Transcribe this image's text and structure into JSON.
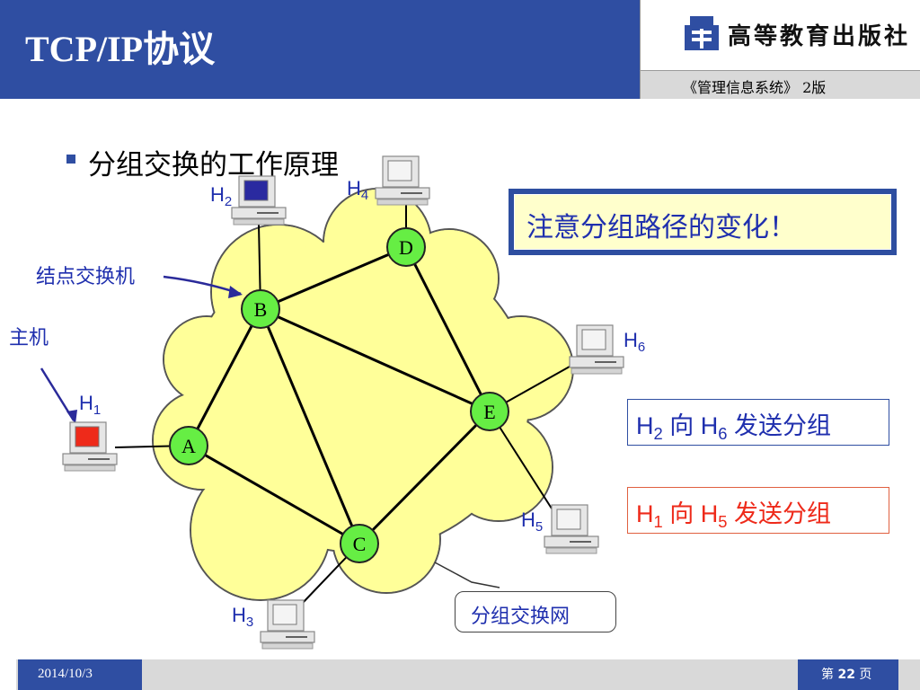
{
  "header": {
    "title": "TCP/IP协议",
    "publisher": "高等教育出版社",
    "edition": "《管理信息系统》 2版"
  },
  "content": {
    "heading": "分组交换的工作原理",
    "note": "注意分组路径的变化！",
    "labels": {
      "node_switch": "结点交换机",
      "host": "主机",
      "network": "分组交换网"
    },
    "nodes": [
      "A",
      "B",
      "C",
      "D",
      "E"
    ],
    "hosts": [
      {
        "letter": "H",
        "num": "1"
      },
      {
        "letter": "H",
        "num": "2"
      },
      {
        "letter": "H",
        "num": "3"
      },
      {
        "letter": "H",
        "num": "4"
      },
      {
        "letter": "H",
        "num": "5"
      },
      {
        "letter": "H",
        "num": "6"
      }
    ],
    "send_h2_h6": {
      "from_letter": "H",
      "from_num": "2",
      "to_letter": "H",
      "to_num": "6",
      "word": "向",
      "action": "发送分组"
    },
    "send_h1_h5": {
      "from_letter": "H",
      "from_num": "1",
      "to_letter": "H",
      "to_num": "5",
      "word": "向",
      "action": "发送分组"
    }
  },
  "colors": {
    "title_bar": "#2f4ea2",
    "cloud": "#ffff99",
    "node": "#66ee44",
    "h1_screen": "#ee2a1a",
    "h2_screen": "#2a2aa0",
    "label_blue": "#1f2fae",
    "label_red": "#ee2a1a"
  },
  "footer": {
    "date": "2014/10/3",
    "page_prefix": "第",
    "page_num": "22",
    "page_suffix": "页"
  }
}
